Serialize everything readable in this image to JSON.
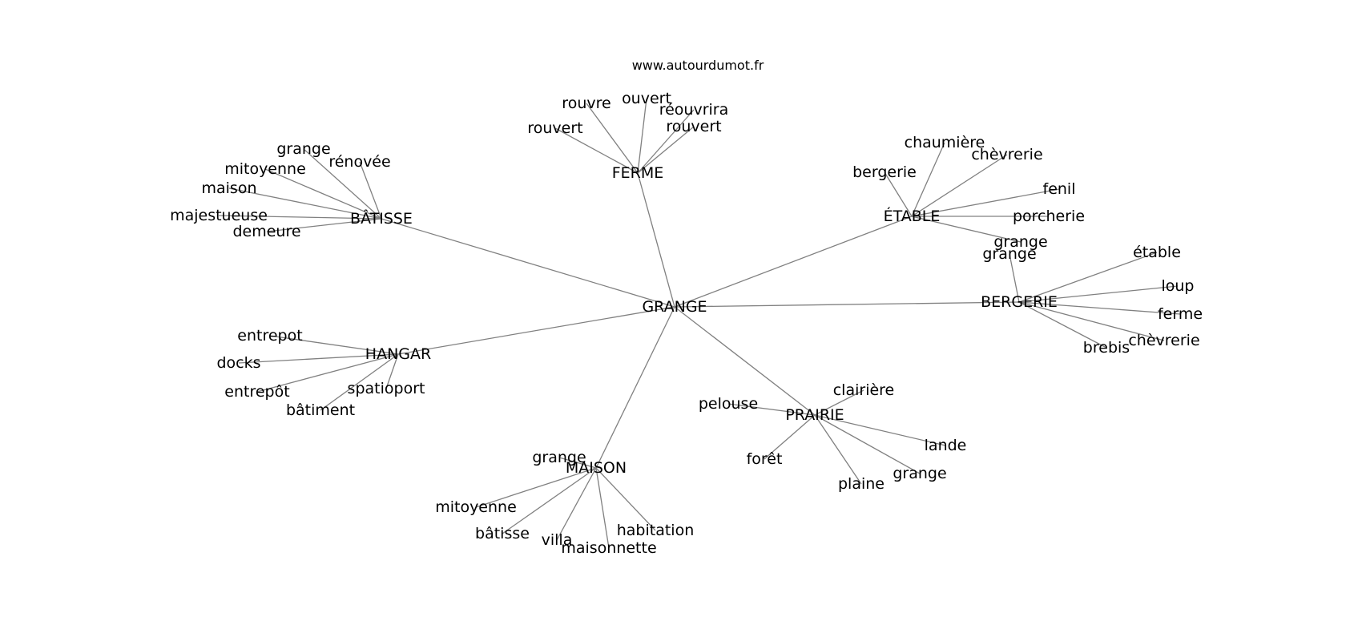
{
  "source": "www.autourdumot.fr",
  "graph": {
    "center": "GRANGE",
    "nodes": [
      {
        "id": "grange",
        "label": "GRANGE"
      },
      {
        "id": "ferme",
        "label": "FERME"
      },
      {
        "id": "batisse",
        "label": "BÂTISSE"
      },
      {
        "id": "etable",
        "label": "ÉTABLE"
      },
      {
        "id": "bergerie",
        "label": "BERGERIE"
      },
      {
        "id": "hangar",
        "label": "HANGAR"
      },
      {
        "id": "maison",
        "label": "MAISON"
      },
      {
        "id": "prairie",
        "label": "PRAIRIE"
      },
      {
        "id": "ferme-rouvre",
        "label": "rouvre"
      },
      {
        "id": "ferme-ouvert",
        "label": "ouvert"
      },
      {
        "id": "ferme-reouvrira",
        "label": "réouvrira"
      },
      {
        "id": "ferme-rouvert-1",
        "label": "rouvert"
      },
      {
        "id": "ferme-rouvert-2",
        "label": "rouvert"
      },
      {
        "id": "batisse-grange",
        "label": "grange"
      },
      {
        "id": "batisse-renovee",
        "label": "rénovée"
      },
      {
        "id": "batisse-mitoyenne",
        "label": "mitoyenne"
      },
      {
        "id": "batisse-maison",
        "label": "maison"
      },
      {
        "id": "batisse-majestueuse",
        "label": "majestueuse"
      },
      {
        "id": "batisse-demeure",
        "label": "demeure"
      },
      {
        "id": "etable-chaumiere",
        "label": "chaumière"
      },
      {
        "id": "etable-chevrerie",
        "label": "chèvrerie"
      },
      {
        "id": "etable-bergerie",
        "label": "bergerie"
      },
      {
        "id": "etable-fenil",
        "label": "fenil"
      },
      {
        "id": "etable-porcherie",
        "label": "porcherie"
      },
      {
        "id": "etable-grange",
        "label": "grange"
      },
      {
        "id": "bergerie-grange",
        "label": "grange"
      },
      {
        "id": "bergerie-etable",
        "label": "étable"
      },
      {
        "id": "bergerie-loup",
        "label": "loup"
      },
      {
        "id": "bergerie-ferme",
        "label": "ferme"
      },
      {
        "id": "bergerie-chevrerie",
        "label": "chèvrerie"
      },
      {
        "id": "bergerie-brebis",
        "label": "brebis"
      },
      {
        "id": "hangar-entrepot",
        "label": "entrepot"
      },
      {
        "id": "hangar-docks",
        "label": "docks"
      },
      {
        "id": "hangar-entrepot-accent",
        "label": "entrepôt"
      },
      {
        "id": "hangar-spatioport",
        "label": "spatioport"
      },
      {
        "id": "hangar-batiment",
        "label": "bâtiment"
      },
      {
        "id": "prairie-clairiere",
        "label": "clairière"
      },
      {
        "id": "prairie-pelouse",
        "label": "pelouse"
      },
      {
        "id": "prairie-lande",
        "label": "lande"
      },
      {
        "id": "prairie-foret",
        "label": "forêt"
      },
      {
        "id": "prairie-grange",
        "label": "grange"
      },
      {
        "id": "prairie-plaine",
        "label": "plaine"
      },
      {
        "id": "maison-grange",
        "label": "grange"
      },
      {
        "id": "maison-mitoyenne",
        "label": "mitoyenne"
      },
      {
        "id": "maison-batisse",
        "label": "bâtisse"
      },
      {
        "id": "maison-villa",
        "label": "villa"
      },
      {
        "id": "maison-maisonnette",
        "label": "maisonnette"
      },
      {
        "id": "maison-habitation",
        "label": "habitation"
      }
    ],
    "edges": [
      [
        "grange",
        "ferme"
      ],
      [
        "grange",
        "batisse"
      ],
      [
        "grange",
        "etable"
      ],
      [
        "grange",
        "bergerie"
      ],
      [
        "grange",
        "hangar"
      ],
      [
        "grange",
        "maison"
      ],
      [
        "grange",
        "prairie"
      ],
      [
        "ferme",
        "ferme-rouvre"
      ],
      [
        "ferme",
        "ferme-ouvert"
      ],
      [
        "ferme",
        "ferme-reouvrira"
      ],
      [
        "ferme",
        "ferme-rouvert-1"
      ],
      [
        "ferme",
        "ferme-rouvert-2"
      ],
      [
        "batisse",
        "batisse-grange"
      ],
      [
        "batisse",
        "batisse-renovee"
      ],
      [
        "batisse",
        "batisse-mitoyenne"
      ],
      [
        "batisse",
        "batisse-maison"
      ],
      [
        "batisse",
        "batisse-majestueuse"
      ],
      [
        "batisse",
        "batisse-demeure"
      ],
      [
        "etable",
        "etable-chaumiere"
      ],
      [
        "etable",
        "etable-chevrerie"
      ],
      [
        "etable",
        "etable-bergerie"
      ],
      [
        "etable",
        "etable-fenil"
      ],
      [
        "etable",
        "etable-porcherie"
      ],
      [
        "etable",
        "etable-grange"
      ],
      [
        "bergerie",
        "bergerie-grange"
      ],
      [
        "bergerie",
        "bergerie-etable"
      ],
      [
        "bergerie",
        "bergerie-loup"
      ],
      [
        "bergerie",
        "bergerie-ferme"
      ],
      [
        "bergerie",
        "bergerie-chevrerie"
      ],
      [
        "bergerie",
        "bergerie-brebis"
      ],
      [
        "hangar",
        "hangar-entrepot"
      ],
      [
        "hangar",
        "hangar-docks"
      ],
      [
        "hangar",
        "hangar-entrepot-accent"
      ],
      [
        "hangar",
        "hangar-spatioport"
      ],
      [
        "hangar",
        "hangar-batiment"
      ],
      [
        "prairie",
        "prairie-clairiere"
      ],
      [
        "prairie",
        "prairie-pelouse"
      ],
      [
        "prairie",
        "prairie-lande"
      ],
      [
        "prairie",
        "prairie-foret"
      ],
      [
        "prairie",
        "prairie-grange"
      ],
      [
        "prairie",
        "prairie-plaine"
      ],
      [
        "maison",
        "maison-grange"
      ],
      [
        "maison",
        "maison-mitoyenne"
      ],
      [
        "maison",
        "maison-batisse"
      ],
      [
        "maison",
        "maison-villa"
      ],
      [
        "maison",
        "maison-maisonnette"
      ],
      [
        "maison",
        "maison-habitation"
      ]
    ]
  },
  "colors": {
    "edge": "#808080",
    "text": "#000000",
    "background": "#ffffff"
  }
}
